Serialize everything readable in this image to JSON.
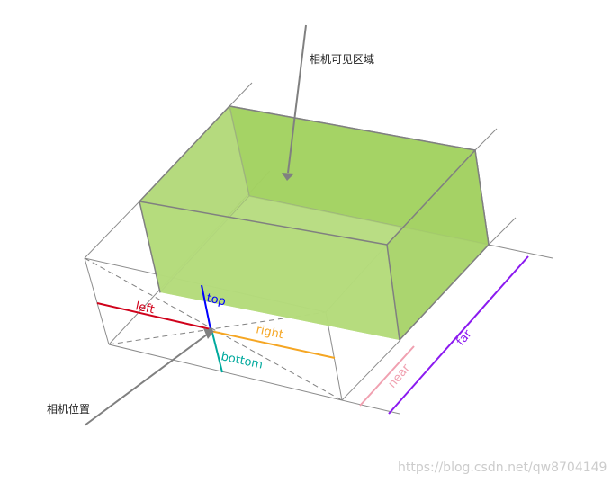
{
  "labels": {
    "visible_region": "相机可见区域",
    "camera_position": "相机位置",
    "top": "top",
    "left": "left",
    "right": "right",
    "bottom": "bottom",
    "near": "near",
    "far": "far"
  },
  "watermark": "https://blog.csdn.net/qw8704149",
  "colors": {
    "box_fill": "#8dc63f",
    "box_fill_dark": "#7cbc2e",
    "edge": "#808080",
    "left": "#d0021b",
    "right": "#f5a623",
    "top": "#0000ff",
    "bottom": "#00a99d",
    "near": "#f0a0b0",
    "far": "#8b1af0",
    "arrow": "#808080",
    "watermark": "#cccccc"
  }
}
